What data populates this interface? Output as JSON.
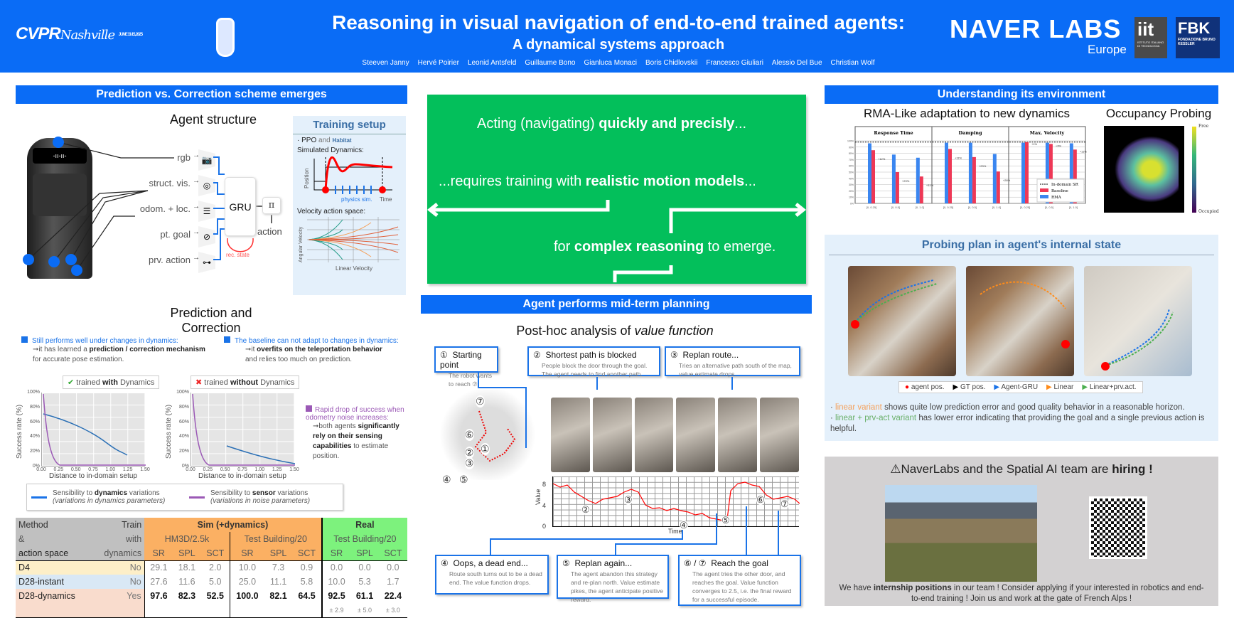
{
  "header": {
    "title": "Reasoning in visual navigation of end-to-end trained agents:",
    "subtitle": "A dynamical systems approach",
    "authors": [
      "Steeven Janny",
      "Hervé Poirier",
      "Leonid Antsfeld",
      "Guillaume Bono",
      "Gianluca Monaci",
      "Boris Chidlovskii",
      "Francesco Giuliari",
      "Alessio Del Bue",
      "Christian Wolf"
    ],
    "logos": {
      "cvpr": "CVPR",
      "cvpr_script": "Nashville",
      "cvpr_date": "JUNE 11-15, 2025",
      "naver": "NAVER LABS",
      "naver_sub": "Europe",
      "iit": "iit",
      "iit_sub": "ISTITUTO ITALIANO DI TECNOLOGIA",
      "fbk": "FBK",
      "fbk_sub": "FONDAZIONE BRUNO KESSLER"
    },
    "brand_color": "#0a6cf6"
  },
  "left": {
    "section_title": "Prediction vs. Correction scheme emerges",
    "agent_title": "Agent structure",
    "inputs": [
      "rgb",
      "struct. vis.",
      "odom. + loc.",
      "pt. goal",
      "prv. action"
    ],
    "gru": "GRU",
    "pi": "π",
    "action": "action",
    "rec_state": "rec. state",
    "training": {
      "title": "Training setup",
      "ppo": "PPO",
      "and": "and",
      "habitat": "Habitat",
      "sim_dyn": "Simulated Dynamics:",
      "position": "Position",
      "time": "Time",
      "physics": "physics sim.",
      "velocity": "Velocity action space:",
      "ang": "Angular Velocity",
      "lin": "Linear Velocity"
    },
    "pc_title": "Prediction and Correction",
    "callout1": {
      "head": "Still performs well under changes in dynamics:",
      "pre": "➞it has learned a ",
      "bold": "prediction / correction mechanism",
      "post": "for accurate pose estimation."
    },
    "callout2": {
      "head": "The baseline can not adapt to changes in dynamics:",
      "pre": "➞it ",
      "bold": "overfits on the teleportation behavior",
      "post": "and relies too much on prediction."
    },
    "callout3": {
      "head": "Rapid drop of success when odometry noise increases:",
      "pre": "➞both agents ",
      "bold": "significantly rely on their sensing capabilities",
      "post": " to estimate position."
    },
    "plot_with": {
      "pre": "trained ",
      "bold": "with",
      "post": " Dynamics"
    },
    "plot_without": {
      "pre": "trained ",
      "bold": "without",
      "post": " Dynamics"
    },
    "ylabel": "Success rate (%)",
    "xlabel": "Distance to in-domain setup",
    "yticks": [
      "100%",
      "80%",
      "60%",
      "40%",
      "20%",
      "0%"
    ],
    "xticks": [
      "0.00",
      "0.25",
      "0.50",
      "0.75",
      "1.00",
      "1.25",
      "1.50"
    ],
    "legend": [
      {
        "pre": "Sensibility to ",
        "bold": "dynamics",
        "post": " variations",
        "sub": "(variations in dynamics parameters)",
        "color": "#1a73e8"
      },
      {
        "pre": "Sensibility to ",
        "bold": "sensor",
        "post": " variations",
        "sub": "(variations in noise parameters)",
        "color": "#9b59b6"
      }
    ],
    "table": {
      "h1": [
        "Method",
        "Train",
        "Sim (+dynamics)",
        "Real"
      ],
      "h2": [
        "&",
        "with",
        "HM3D/2.5k",
        "Test Building/20",
        "Test Building/20"
      ],
      "h3": [
        "action space",
        "dynamics",
        "SR",
        "SPL",
        "SCT",
        "SR",
        "SPL",
        "SCT",
        "SR",
        "SPL",
        "SCT"
      ],
      "rows": [
        {
          "m": "D4",
          "t": "No",
          "v": [
            "29.1",
            "18.1",
            "2.0",
            "10.0",
            "7.3",
            "0.9",
            "0.0",
            "0.0",
            "0.0"
          ],
          "bg": "#fdefc8"
        },
        {
          "m": "D28-instant",
          "t": "No",
          "v": [
            "27.6",
            "11.6",
            "5.0",
            "25.0",
            "11.1",
            "5.8",
            "10.0",
            "5.3",
            "1.7"
          ],
          "bg": "#d9e8f5"
        },
        {
          "m": "D28-dynamics",
          "t": "Yes",
          "v": [
            "97.6",
            "82.3",
            "52.5",
            "100.0",
            "82.1",
            "64.5",
            "92.5",
            "61.1",
            "22.4"
          ],
          "bg": "#f9dccd"
        }
      ],
      "std": [
        "± 2.9",
        "± 5.0",
        "± 3.0"
      ]
    }
  },
  "middle": {
    "green": {
      "l1a": "Acting (navigating) ",
      "l1b": "quickly and precisly",
      "l1c": "...",
      "l2a": "...requires training with ",
      "l2b": "realistic motion models",
      "l2c": "...",
      "l3a": "for ",
      "l3b": "complex reasoning",
      "l3c": " to emerge."
    },
    "section_title": "Agent performs mid-term planning",
    "posthoc": "Post-hoc analysis of ",
    "posthoc_em": "value function",
    "callouts": [
      {
        "n": "①",
        "t": "Starting point",
        "d": "The robot wants to reach ⑦."
      },
      {
        "n": "②",
        "t": "Shortest path is blocked",
        "d": "People block the door through the goal. The agent needs to find another path."
      },
      {
        "n": "③",
        "t": "Replan route...",
        "d": "Tries an alternative path south of the map, value estimate drops."
      },
      {
        "n": "④",
        "t": "Oops, a dead end...",
        "d": "Route south turns out to be a dead end. The value function drops."
      },
      {
        "n": "⑤",
        "t": "Replan again...",
        "d": "The agent abandon this strategy and re-plan north. Value estimate pikes, the agent anticipate positive reward."
      },
      {
        "n": "⑥ / ⑦",
        "t": "Reach the goal",
        "d": "The agent tries the other door, and reaches the goal. Value function converges to 2.5, i.e. the final reward for a successful episode."
      }
    ],
    "value_plot": {
      "ylabel": "Value",
      "xlabel": "Time",
      "yticks": [
        "8",
        "4",
        "0"
      ],
      "markers": [
        "②",
        "③",
        "④",
        "⑤",
        "⑥",
        "⑦"
      ]
    },
    "map_markers": [
      "⑦",
      "⑥",
      "①",
      "②",
      "③",
      "④",
      "⑤"
    ]
  },
  "right": {
    "section_title": "Understanding its environment",
    "rma_title": "RMA-Like adaptation to new dynamics",
    "occ_title": "Occupancy Probing",
    "occ_free": "Free",
    "occ_occ": "Occupied",
    "probing_title": "Probing plan in agent's internal state",
    "legend": [
      {
        "t": "agent pos.",
        "c": "#ff0000",
        "s": "●"
      },
      {
        "t": "GT pos.",
        "c": "#000000",
        "s": "▶"
      },
      {
        "t": "Agent-GRU",
        "c": "#1a73e8",
        "s": "▶"
      },
      {
        "t": "Linear",
        "c": "#ff8c1a",
        "s": "▶"
      },
      {
        "t": "Linear+prv.act.",
        "c": "#4caf50",
        "s": "▶"
      }
    ],
    "b1a": "linear variant",
    "b1b": " shows quite low prediction error and good quality behavior in a reasonable horizon.",
    "b2a": "linear + prv-act variant",
    "b2b": " has lower error indicating that providing the goal and a single previous action is helpful.",
    "hiring": {
      "title_pre": "NaverLabs and the Spatial AI team are ",
      "title_bold": "hiring !",
      "t1": "We have ",
      "t1b": "internship positions",
      "t2": " in our team ! Consider applying if your interested in robotics and end-to-end training ! Join us and work at the gate of French Alps !"
    }
  },
  "chart_data": {
    "type": "bar",
    "title": "RMA-Like adaptation to new dynamics",
    "panels": [
      "Response Time",
      "Damping",
      "Max. Velocity"
    ],
    "categories": [
      "[0, 0.25]",
      "[0, 0.5]",
      "[0, 1.0]"
    ],
    "series": [
      {
        "name": "RMA",
        "color": "#3a86f0",
        "values": [
          [
            96,
            78,
            73
          ],
          [
            97,
            97,
            79
          ],
          [
            97,
            97,
            96
          ]
        ]
      },
      {
        "name": "Baseline",
        "color": "#ee3856",
        "values": [
          [
            85,
            50,
            43
          ],
          [
            87,
            74,
            51
          ],
          [
            98,
            95,
            86
          ]
        ]
      }
    ],
    "gains": [
      [
        "+12%",
        "+29%",
        "+31%"
      ],
      [
        "+11%",
        "+23%",
        "+28%"
      ],
      [
        "+1%",
        "+3%",
        "+11%"
      ]
    ],
    "reference": {
      "name": "In-domain SR",
      "value": 98
    },
    "ylim": [
      0,
      100
    ],
    "yticks": [
      "0%",
      "10%",
      "20%",
      "30%",
      "40%",
      "50%",
      "60%",
      "70%",
      "80%",
      "90%",
      "100%"
    ],
    "legend": "bottom-right"
  }
}
